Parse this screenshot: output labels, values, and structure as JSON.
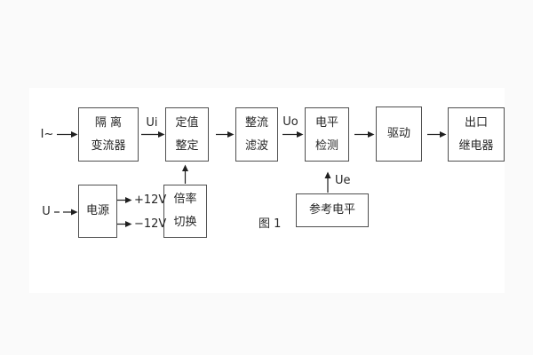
{
  "figure_caption": "图 1",
  "blocks": {
    "isolation": {
      "line1": "隔 离",
      "line2": "变流器"
    },
    "setting": {
      "line1": "定值",
      "line2": "整定"
    },
    "rectifier": {
      "line1": "整流",
      "line2": "滤波"
    },
    "level": {
      "line1": "电平",
      "line2": "检测"
    },
    "drive": {
      "label": "驱动"
    },
    "relay": {
      "line1": "出口",
      "line2": "继电器"
    },
    "power": {
      "label": "电源"
    },
    "ratio": {
      "line1": "倍率",
      "line2": "切换"
    },
    "reference": {
      "label": "参考电平"
    }
  },
  "signals": {
    "input_current": "I~",
    "input_voltage": "U",
    "ui": "Ui",
    "uo": "Uo",
    "ue": "Ue",
    "plus_12v": "+12V",
    "minus_12v": "−12V"
  },
  "colors": {
    "border": "#4f4f4f",
    "text": "#262626",
    "arrow": "#1f1f1f",
    "background": "#fafafa",
    "panel": "#ffffff"
  }
}
